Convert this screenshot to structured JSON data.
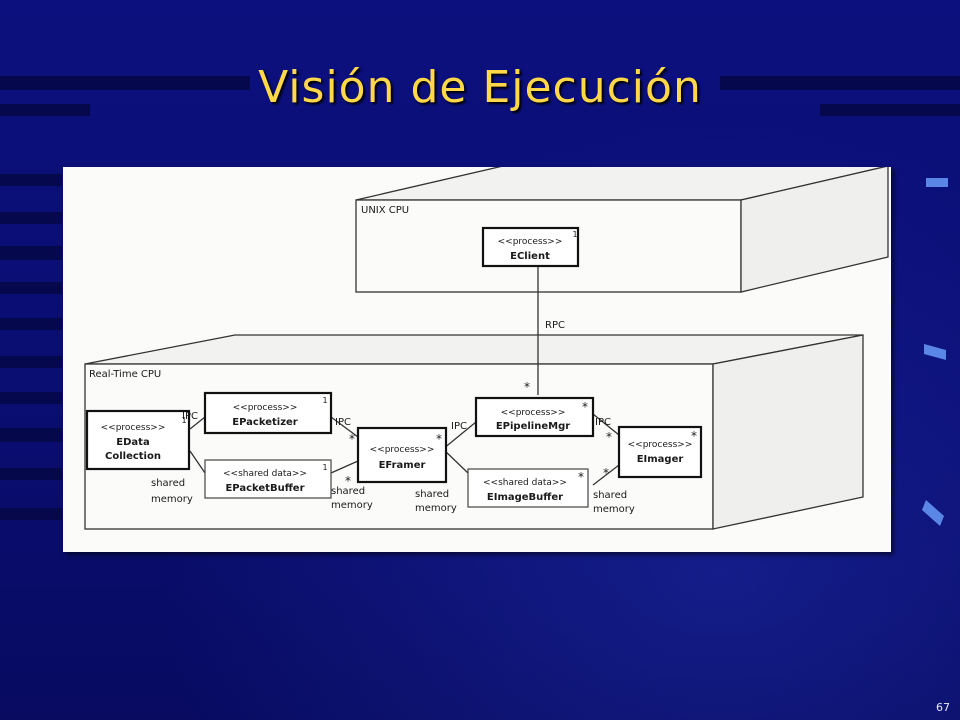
{
  "slide": {
    "title": "Visión de Ejecución",
    "page_number": "67"
  },
  "diagram": {
    "unix_node_label": "UNIX CPU",
    "rt_node_label": "Real-Time CPU",
    "rpc_label": "RPC",
    "components": {
      "eclient": {
        "stereotype": "<<process>>",
        "name": "EClient",
        "multiplicity": "1"
      },
      "edata": {
        "stereotype": "<<process>>",
        "name_line1": "EData",
        "name_line2": "Collection",
        "multiplicity": "1"
      },
      "epacketizer": {
        "stereotype": "<<process>>",
        "name": "EPacketizer",
        "multiplicity": "1"
      },
      "epacketbuffer": {
        "stereotype": "<<shared data>>",
        "name": "EPacketBuffer",
        "multiplicity": "1"
      },
      "eframer": {
        "stereotype": "<<process>>",
        "name": "EFramer",
        "multiplicity": "*"
      },
      "epipelinemgr": {
        "stereotype": "<<process>>",
        "name": "EPipelineMgr",
        "multiplicity": "*"
      },
      "eimagebuffer": {
        "stereotype": "<<shared data>>",
        "name": "EImageBuffer",
        "multiplicity": "*"
      },
      "eimager": {
        "stereotype": "<<process>>",
        "name": "EImager",
        "multiplicity": "*"
      }
    },
    "connectors": {
      "ipc": "IPC",
      "shared_line1": "shared",
      "shared_line2": "memory",
      "star": "*"
    }
  }
}
